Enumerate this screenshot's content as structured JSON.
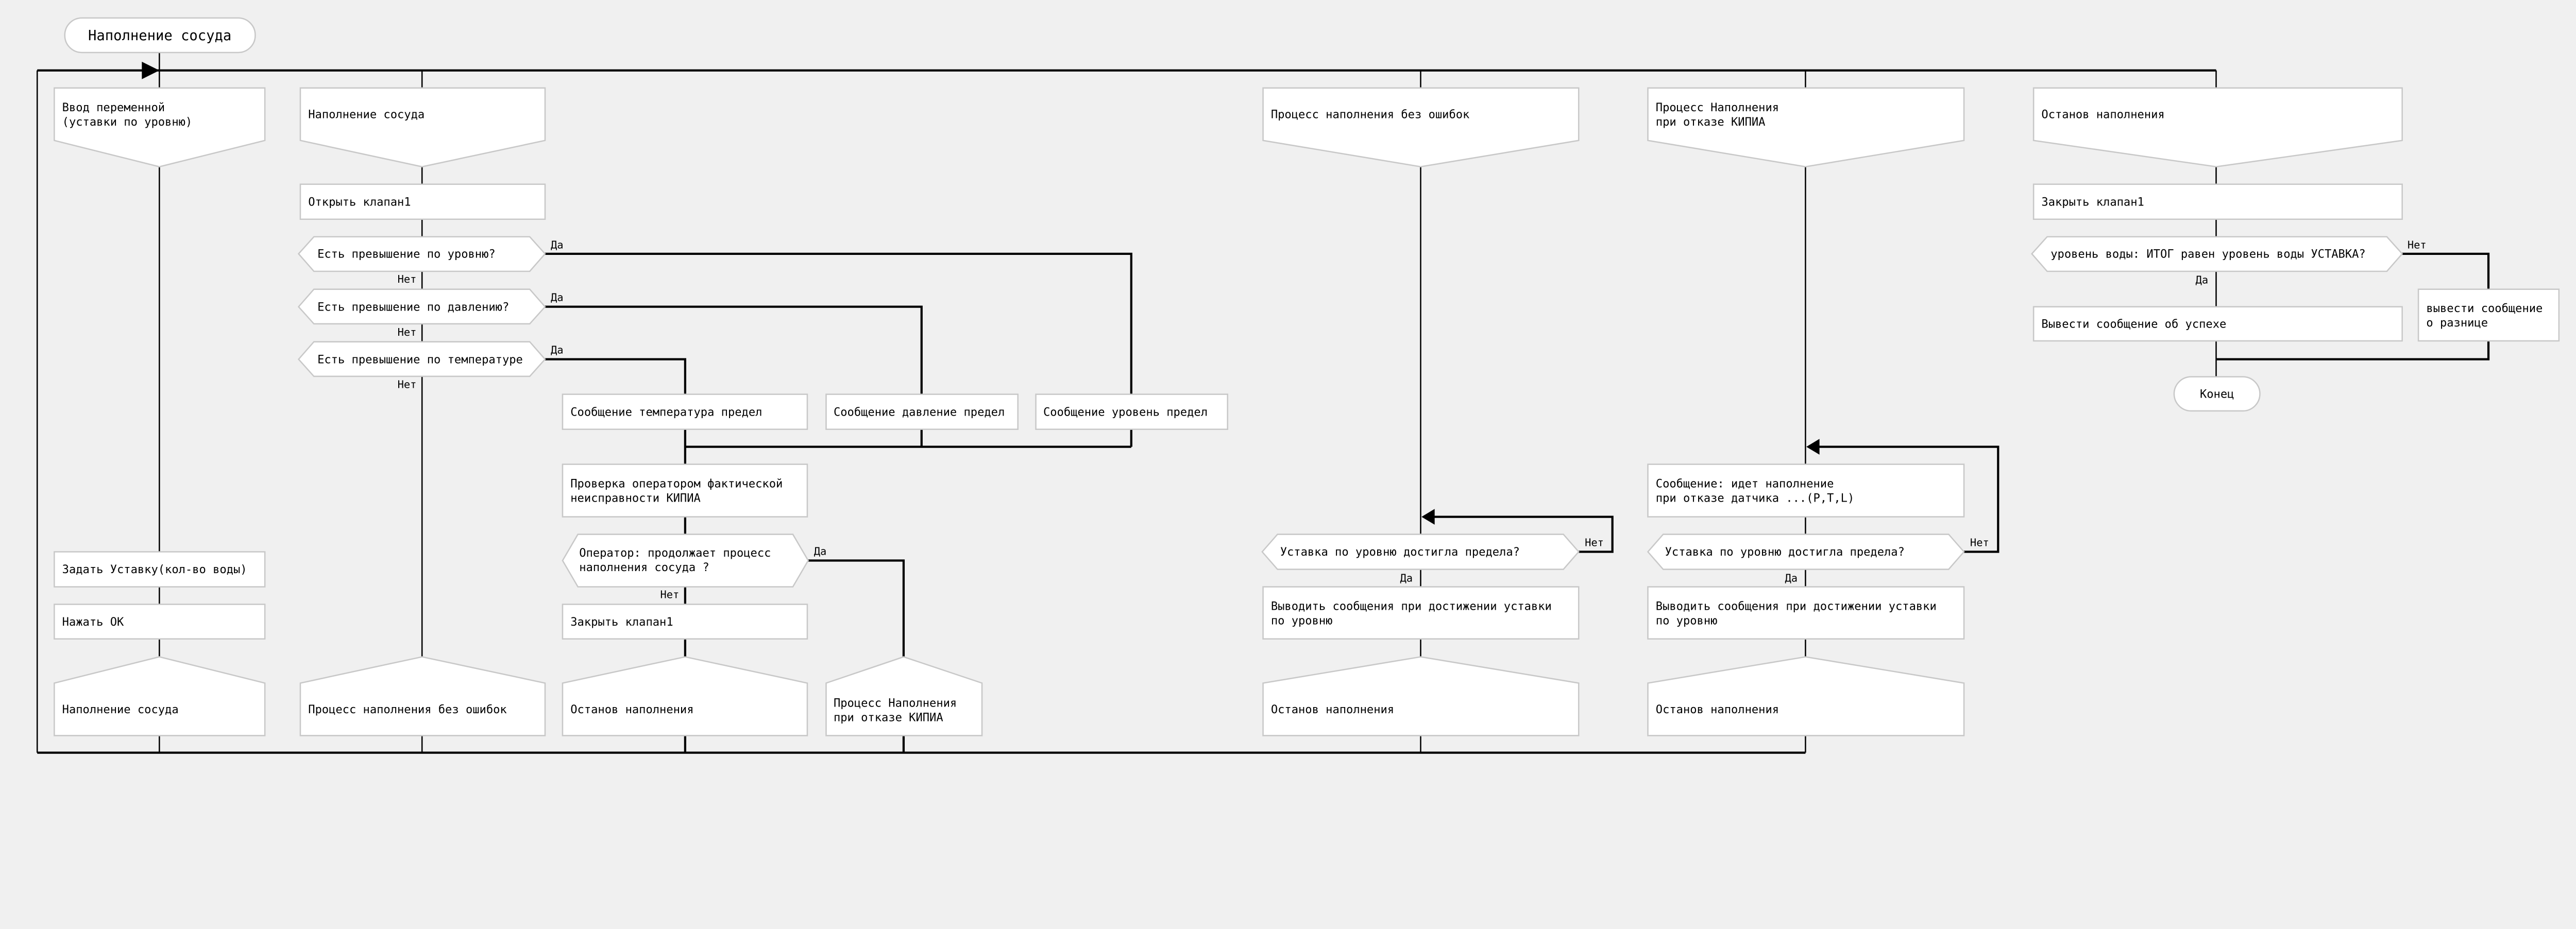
{
  "title": "Наполнение сосуда",
  "labels": {
    "yes": "Да",
    "no": "Нет"
  },
  "branch1": {
    "header": [
      "Ввод переменной",
      "(уставки по уровню)"
    ],
    "action1": "Задать Уставку(кол-во воды)",
    "action2": "Нажать ОК",
    "address": "Наполнение сосуда"
  },
  "branch2": {
    "header": "Наполнение сосуда",
    "open_valve": "Открыть клапан1",
    "q_level": "Есть превышение по уровню?",
    "q_pressure": "Есть превышение по давлению?",
    "q_temp": "Есть превышение по температуре",
    "msg_temp": "Сообщение температура предел",
    "msg_pressure": "Сообщение давление предел",
    "msg_level": "Сообщение уровень предел",
    "check": [
      "Проверка оператором фактической",
      "неисправности КИПИА"
    ],
    "q_operator": [
      "Оператор: продолжает процесс",
      "наполнения сосуда ?"
    ],
    "close_valve": "Закрыть клапан1",
    "address_ok": "Процесс наполнения без ошибок",
    "address_stop": "Останов наполнения",
    "address_fail": [
      "Процесс Наполнения",
      "при отказе КИПИА"
    ]
  },
  "branch3": {
    "header": "Процесс наполнения без ошибок",
    "question": "Уставка по уровню достигла предела?",
    "action": [
      "Выводить сообщения при достижении уставки",
      "по уровню"
    ],
    "address": "Останов наполнения"
  },
  "branch4": {
    "header": [
      "Процесс Наполнения",
      "при отказе КИПИА"
    ],
    "message": [
      "Сообщение: идет наполнение",
      "при отказе датчика ...(P,T,L)"
    ],
    "question": "Уставка по уровню достигла предела?",
    "action": [
      "Выводить сообщения при достижении уставки",
      "по уровню"
    ],
    "address": "Останов наполнения"
  },
  "branch5": {
    "header": "Останов наполнения",
    "close_valve": "Закрыть клапан1",
    "question": "уровень воды: ИТОГ равен уровень воды УСТАВКА?",
    "success": "Вывести сообщение об успехе",
    "difference": [
      "вывести сообщение",
      "о разнице"
    ],
    "end": "Конец"
  }
}
